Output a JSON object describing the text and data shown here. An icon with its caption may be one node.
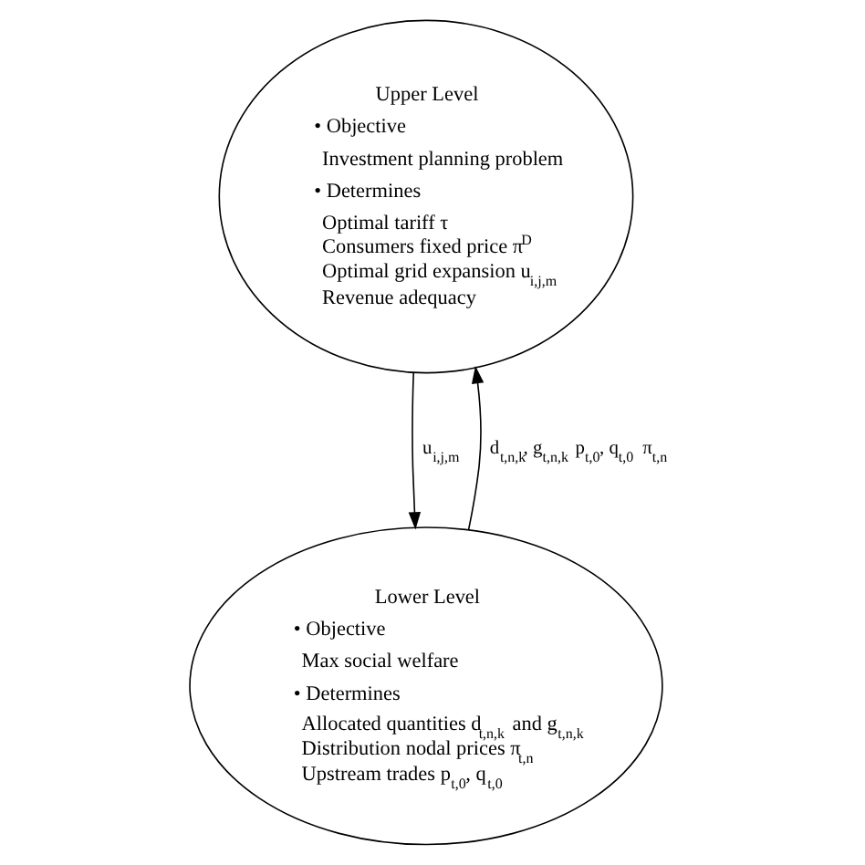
{
  "diagram": {
    "nodes": [
      {
        "text": [
          "Upper Level",
          "• Objective",
          "Investment planning problem",
          "• Determines",
          "Optimal tariff τ",
          "Consumers fixed price π$^{D}$",
          "Optimal grid expansion u$_{i,j,m}$",
          "Revenue adequacy"
        ]
      },
      {
        "text": [
          "Lower Level",
          "• Objective",
          "Max social welfare",
          "• Determines",
          "Allocated quantities d$_{t,n,k}$ and g$_{t,n,k}$",
          "Distribution nodal prices π$_{t,n}$",
          "Upstream trades p$_{t,0}$, q$_{t,0}$"
        ]
      }
    ],
    "edges": [
      {
        "from": 0,
        "to": 1,
        "arrow": "to",
        "label": "u$_{i,j,m}$"
      },
      {
        "from": 1,
        "to": 0,
        "arrow": "to",
        "label": "d$_{t,n,k}$, g$_{t,n,k}$ p$_{t,0}$, q$_{t,0}$ π$_{t,n}$"
      }
    ]
  }
}
